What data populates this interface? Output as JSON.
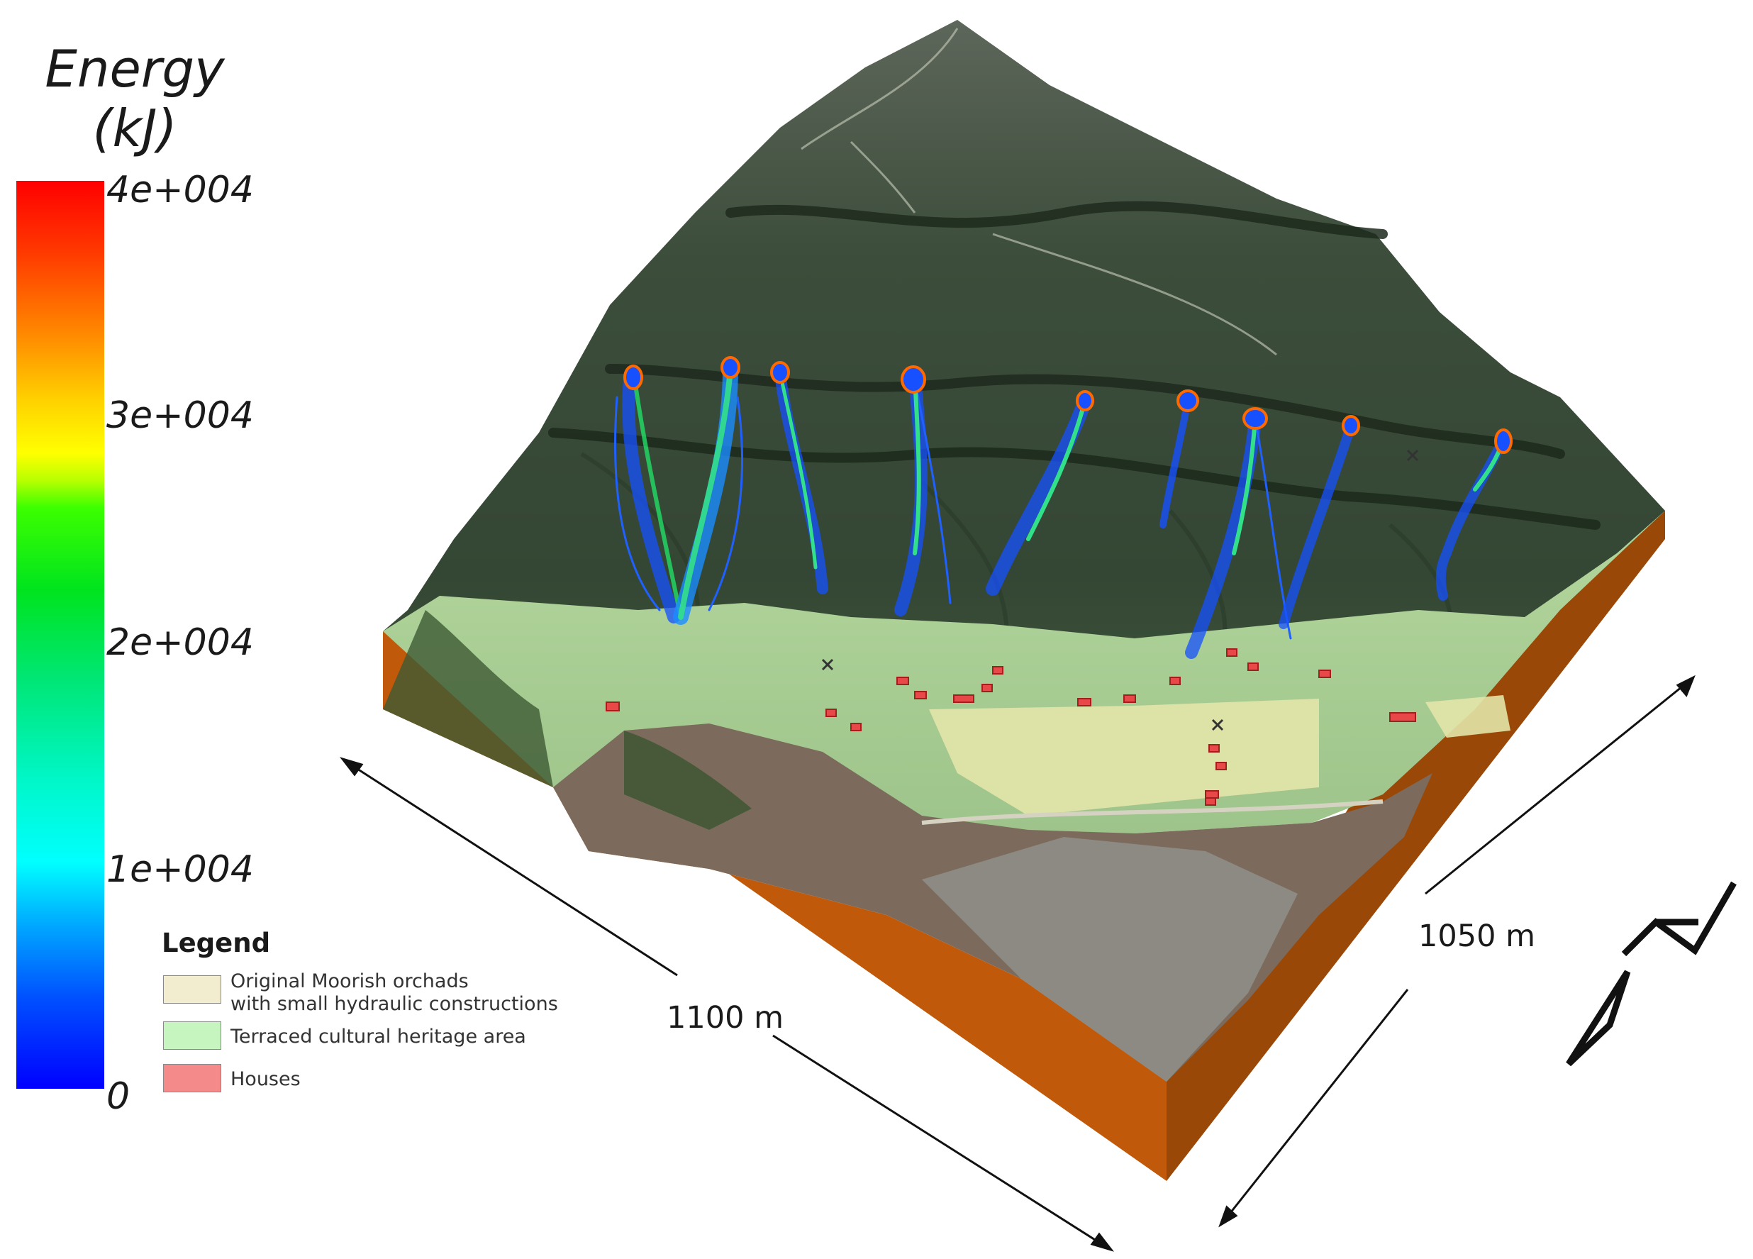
{
  "colorbar": {
    "title_line1": "Energy",
    "title_line2": "(kJ)",
    "ticks": [
      "4e+004",
      "3e+004",
      "2e+004",
      "1e+004",
      "0"
    ]
  },
  "legend": {
    "title": "Legend",
    "items": [
      {
        "label_line1": "Original Moorish orchads",
        "label_line2": "with small hydraulic constructions",
        "color": "#f3edcf"
      },
      {
        "label_line1": "Terraced cultural heritage area",
        "label_line2": "",
        "color": "#c7f5c0"
      },
      {
        "label_line1": "Houses",
        "label_line2": "",
        "color": "#f58a8a"
      }
    ]
  },
  "dimensions": {
    "width_label": "1100 m",
    "depth_label": "1050 m"
  },
  "colors": {
    "block_side": "#c05a0a",
    "block_side_dark": "#9a4808",
    "terrain_forest": "#3f5240",
    "terraced_area": "#b5dba0",
    "orchards": "#e3e4a8",
    "houses": "#e84848",
    "trajectory_blue": "#1650ff",
    "trajectory_green": "#22dd66",
    "source_outline": "#ff6a00"
  }
}
